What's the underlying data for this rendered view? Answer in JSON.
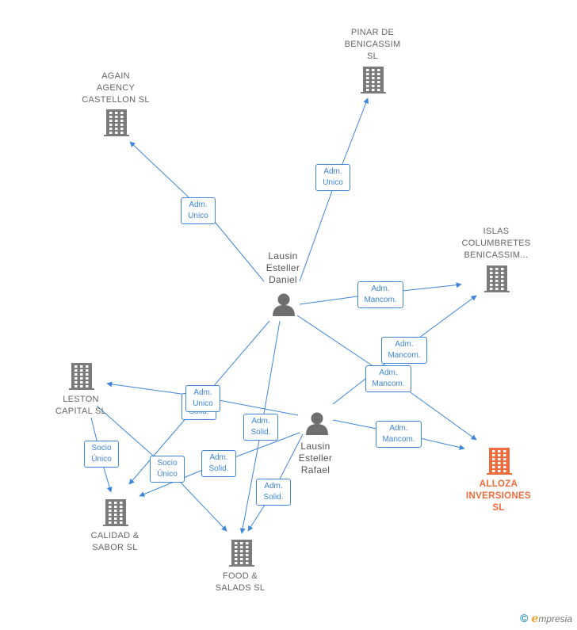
{
  "colors": {
    "edge": "#3f86d8",
    "company_icon": "#7b7b7b",
    "focus_icon": "#ee6b3b",
    "person_icon": "#6e6e6e"
  },
  "companies": {
    "again": "AGAIN\nAGENCY\nCASTELLON SL",
    "pinar": "PINAR DE\nBENICASSIM\nSL",
    "islas": "ISLAS\nCOLUMBRETES\nBENICASSIM...",
    "leston": "LESTON\nCAPITAL  SL",
    "calidad": "CALIDAD &\nSABOR  SL",
    "food": "FOOD &\nSALADS  SL",
    "alloza": "ALLOZA\nINVERSIONES\nSL"
  },
  "persons": {
    "daniel": "Lausin\nEsteller\nDaniel",
    "rafael": "Lausin\nEsteller\nRafael"
  },
  "relations": {
    "adm_unico": "Adm.\nUnico",
    "adm_mancom": "Adm.\nMancom.",
    "adm_solid": "Adm.\nSolid.",
    "socio_unico": "Socio\nÚnico"
  },
  "footer": {
    "copyright_symbol": "©",
    "brand_first_letter": "e",
    "brand_rest": "mpresia"
  }
}
